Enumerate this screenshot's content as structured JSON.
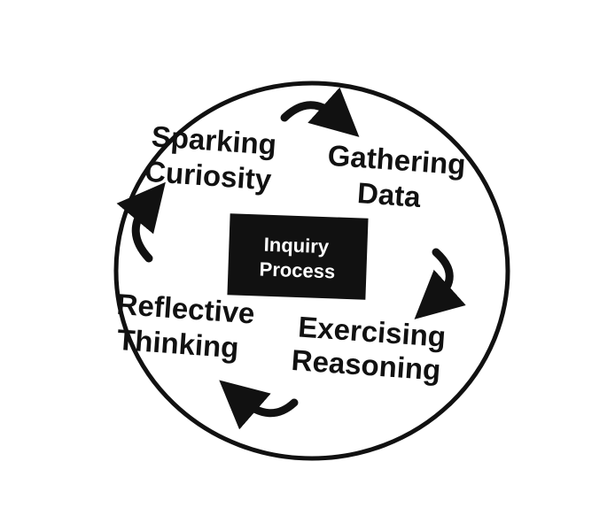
{
  "center": {
    "line1": "Inquiry",
    "line2": "Process"
  },
  "stages": [
    {
      "line1": "Sparking",
      "line2": "Curiosity"
    },
    {
      "line1": "Gathering",
      "line2": "Data"
    },
    {
      "line1": "Exercising",
      "line2": "Reasoning"
    },
    {
      "line1": "Reflective",
      "line2": "Thinking"
    }
  ],
  "colors": {
    "ink": "#111111",
    "background": "#ffffff",
    "center_text": "#ffffff"
  }
}
